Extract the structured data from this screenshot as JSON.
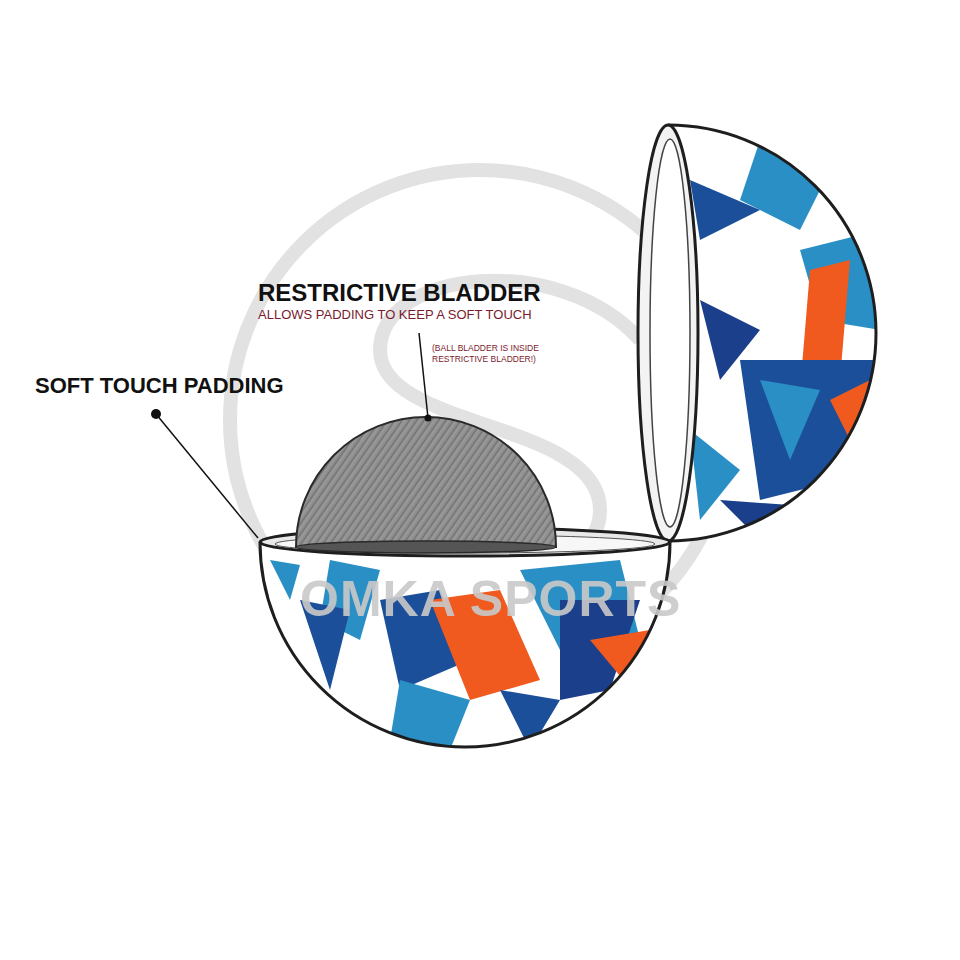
{
  "diagram": {
    "labels": [
      "RESTRICTIVE BLADDER",
      "ALLOWS PADDING TO KEEP A SOFT TOUCH",
      "(BALL BLADDER IS INSIDE RESTRICTIVE BLADDER!)",
      "SOFT TOUCH PADDING",
      "OMKA SPORTS"
    ]
  }
}
